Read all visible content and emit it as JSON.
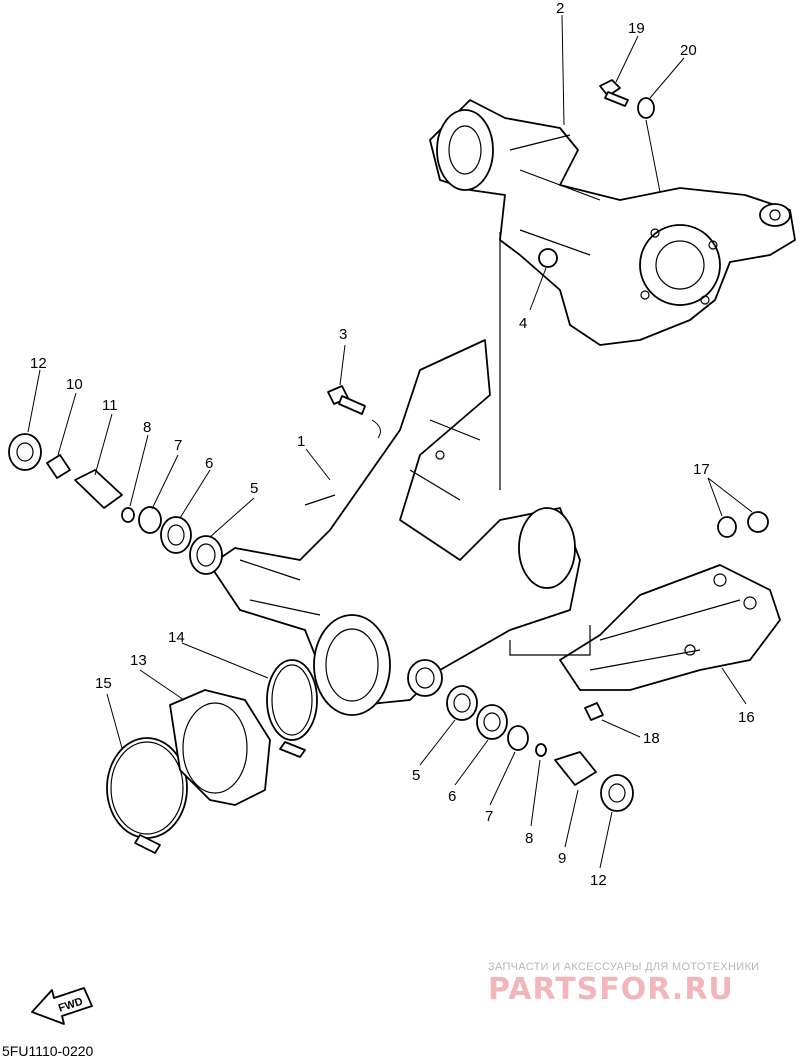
{
  "diagram": {
    "callouts": [
      "2",
      "19",
      "20",
      "4",
      "3",
      "12",
      "10",
      "11",
      "8",
      "7",
      "6",
      "5",
      "1",
      "17",
      "14",
      "13",
      "15",
      "16",
      "18",
      "5",
      "6",
      "7",
      "8",
      "9",
      "12"
    ],
    "fwd_label": "FWD",
    "drawing_code": "5FU1110-0220"
  },
  "watermark": {
    "subtitle": "ЗАПЧАСТИ И АКСЕССУАРЫ ДЛЯ МОТОТЕХНИКИ",
    "logo": "PARTSFOR.RU",
    "logo_color": "#f2b6ba",
    "subtitle_color": "#b8b8b8"
  }
}
